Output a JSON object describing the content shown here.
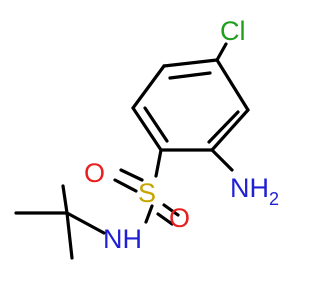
{
  "molecule": {
    "atoms": {
      "chlorine": "Cl",
      "amine": "NH",
      "amine_subscript": "2",
      "sulfur": "S",
      "oxygen_upper": "O",
      "oxygen_lower": "O",
      "nh": "NH"
    },
    "colors": {
      "bond": "#000000",
      "chlorine": "#1f9e1f",
      "nitrogen": "#1f1fd6",
      "oxygen": "#e81f1f",
      "sulfur": "#c8a400"
    }
  }
}
